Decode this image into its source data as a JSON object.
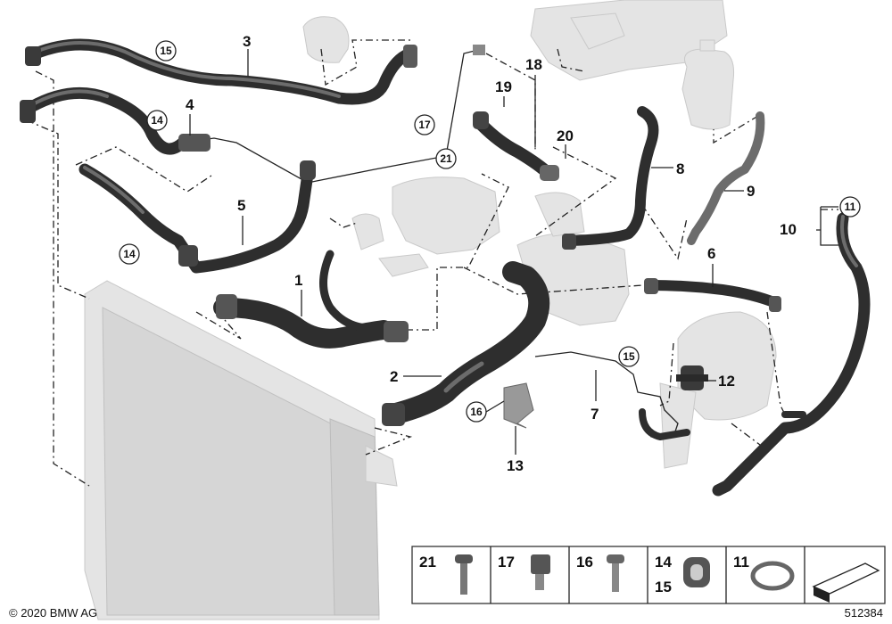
{
  "copyright": "© 2020 BMW AG",
  "diagram_number": "512384",
  "callouts": [
    {
      "label": "1"
    },
    {
      "label": "2"
    },
    {
      "label": "3"
    },
    {
      "label": "4"
    },
    {
      "label": "5"
    },
    {
      "label": "6"
    },
    {
      "label": "7"
    },
    {
      "label": "8"
    },
    {
      "label": "9"
    },
    {
      "label": "10"
    },
    {
      "label": "12"
    },
    {
      "label": "13"
    },
    {
      "label": "14"
    },
    {
      "label": "18"
    },
    {
      "label": "19"
    },
    {
      "label": "20"
    }
  ],
  "circled_callouts": [
    {
      "label": "15"
    },
    {
      "label": "14"
    },
    {
      "label": "17"
    },
    {
      "label": "21"
    },
    {
      "label": "14"
    },
    {
      "label": "15"
    },
    {
      "label": "16"
    },
    {
      "label": "11"
    }
  ],
  "small_parts": [
    {
      "label": "21"
    },
    {
      "label": "17"
    },
    {
      "label": "16"
    },
    {
      "label": "14",
      "label2": "15"
    },
    {
      "label": "11"
    }
  ]
}
